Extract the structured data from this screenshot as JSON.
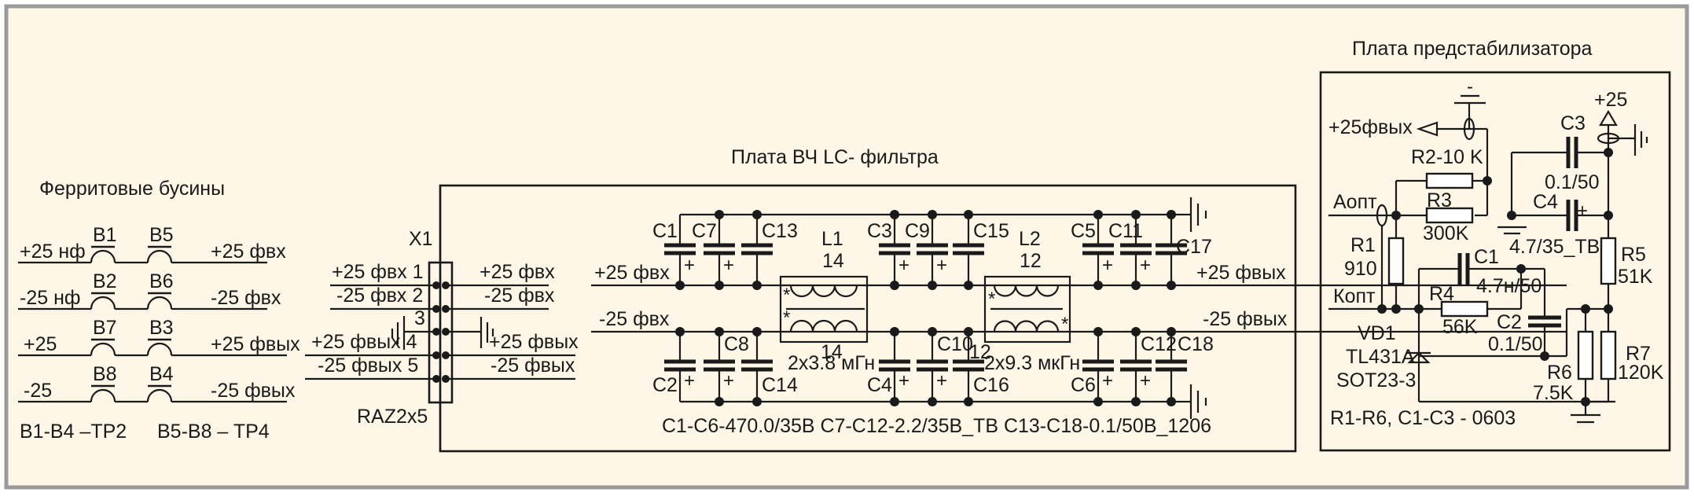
{
  "colors": {
    "background": "#fef7e8",
    "frame": "#9a9a9a",
    "ink": "#1a1a1a"
  },
  "beads": {
    "title": "Ферритовые   бусины",
    "rows": [
      {
        "left": "+25 нф",
        "b1": "B1",
        "b2": "B5",
        "right": "+25 фвх"
      },
      {
        "left": "-25 нф",
        "b1": "B2",
        "b2": "B6",
        "right": "-25 фвх"
      },
      {
        "left": "+25",
        "b1": "B7",
        "b2": "B3",
        "right": "+25 фвых"
      },
      {
        "left": "-25",
        "b1": "B8",
        "b2": "B4",
        "right": "-25 фвых"
      }
    ],
    "note1": "B1-B4 –TP2",
    "note2": "B5-B8 – TP4"
  },
  "connector": {
    "ref": "X1",
    "type": "RAZ2x5",
    "left": [
      "+25 фвх 1",
      "-25 фвх 2",
      "3",
      "+25 фвых 4",
      "-25 фвых 5"
    ],
    "right": [
      "+25 фвх",
      "-25 фвх",
      "+25 фвых",
      "-25 фвых"
    ]
  },
  "lc_filter": {
    "title": "Плата  ВЧ  LC- фильтра",
    "in_pos": "+25 фвх",
    "in_neg": "-25 фвх",
    "out_pos": "+25 фвых",
    "out_neg": "-25 фвых",
    "caps_top": [
      "C1",
      "C7",
      "C13",
      "C3",
      "C9",
      "C15",
      "C5",
      "C11",
      "C17"
    ],
    "caps_bot": [
      "C2",
      "C8",
      "C14",
      "C4",
      "C10",
      "C16",
      "C6",
      "C12",
      "C18"
    ],
    "l1": {
      "ref": "L1",
      "turns_top": "14",
      "turns_bot": "14",
      "value": "2x3.8 мГн"
    },
    "l2": {
      "ref": "L2",
      "turns_top": "12",
      "turns_bot": "12",
      "value": "2x9.3 мкГн"
    },
    "note": "C1-C6-470.0/35B C7-C12-2.2/35B_TB C13-C18-0.1/50B_1206"
  },
  "stabilizer": {
    "title": "Плата  предстабилизатора",
    "out_label": "+25фвых",
    "in_label": "+25",
    "a_label": "Аопт",
    "k_label": "Копт",
    "r1": "R1",
    "r1_val": "910",
    "r2": "R2-10 K",
    "r3": "R3",
    "r3_val": "300K",
    "r4": "R4",
    "r4_val": "56K",
    "r5": "R5",
    "r5_val": "51K",
    "r6": "R6",
    "r6_val": "7.5K",
    "r7": "R7",
    "r7_val": "120K",
    "c1": "C1",
    "c1_val": "4.7н/50",
    "c2": "C2",
    "c2_val": "0.1/50",
    "c3": "C3",
    "c3_val": "0.1/50",
    "c4": "C4",
    "c4_val": "4.7/35_TB",
    "vd1": "VD1",
    "vd1_part": "TL431A",
    "vd1_pkg": "SOT23-3",
    "note": "R1-R6, C1-C3 - 0603",
    "minus": "-"
  }
}
